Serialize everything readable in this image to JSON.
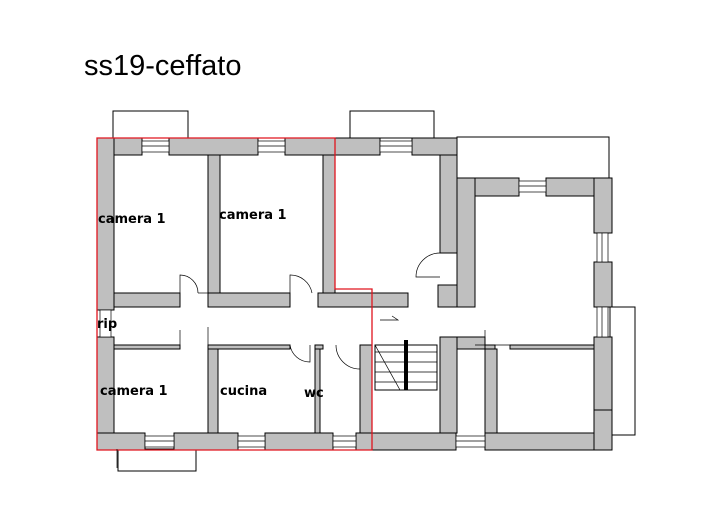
{
  "title": "ss19-ceffato",
  "rooms": [
    {
      "id": "room-1",
      "label": "camera 1"
    },
    {
      "id": "room-2",
      "label": "camera 1"
    },
    {
      "id": "room-3",
      "label": "rip"
    },
    {
      "id": "room-4",
      "label": "camera 1"
    },
    {
      "id": "room-5",
      "label": "cucina"
    },
    {
      "id": "room-6",
      "label": "wc"
    }
  ],
  "colors": {
    "wall_fill": "#bfbfbf",
    "line": "#000000",
    "highlight_outline": "#e0141e",
    "background": "#ffffff"
  }
}
